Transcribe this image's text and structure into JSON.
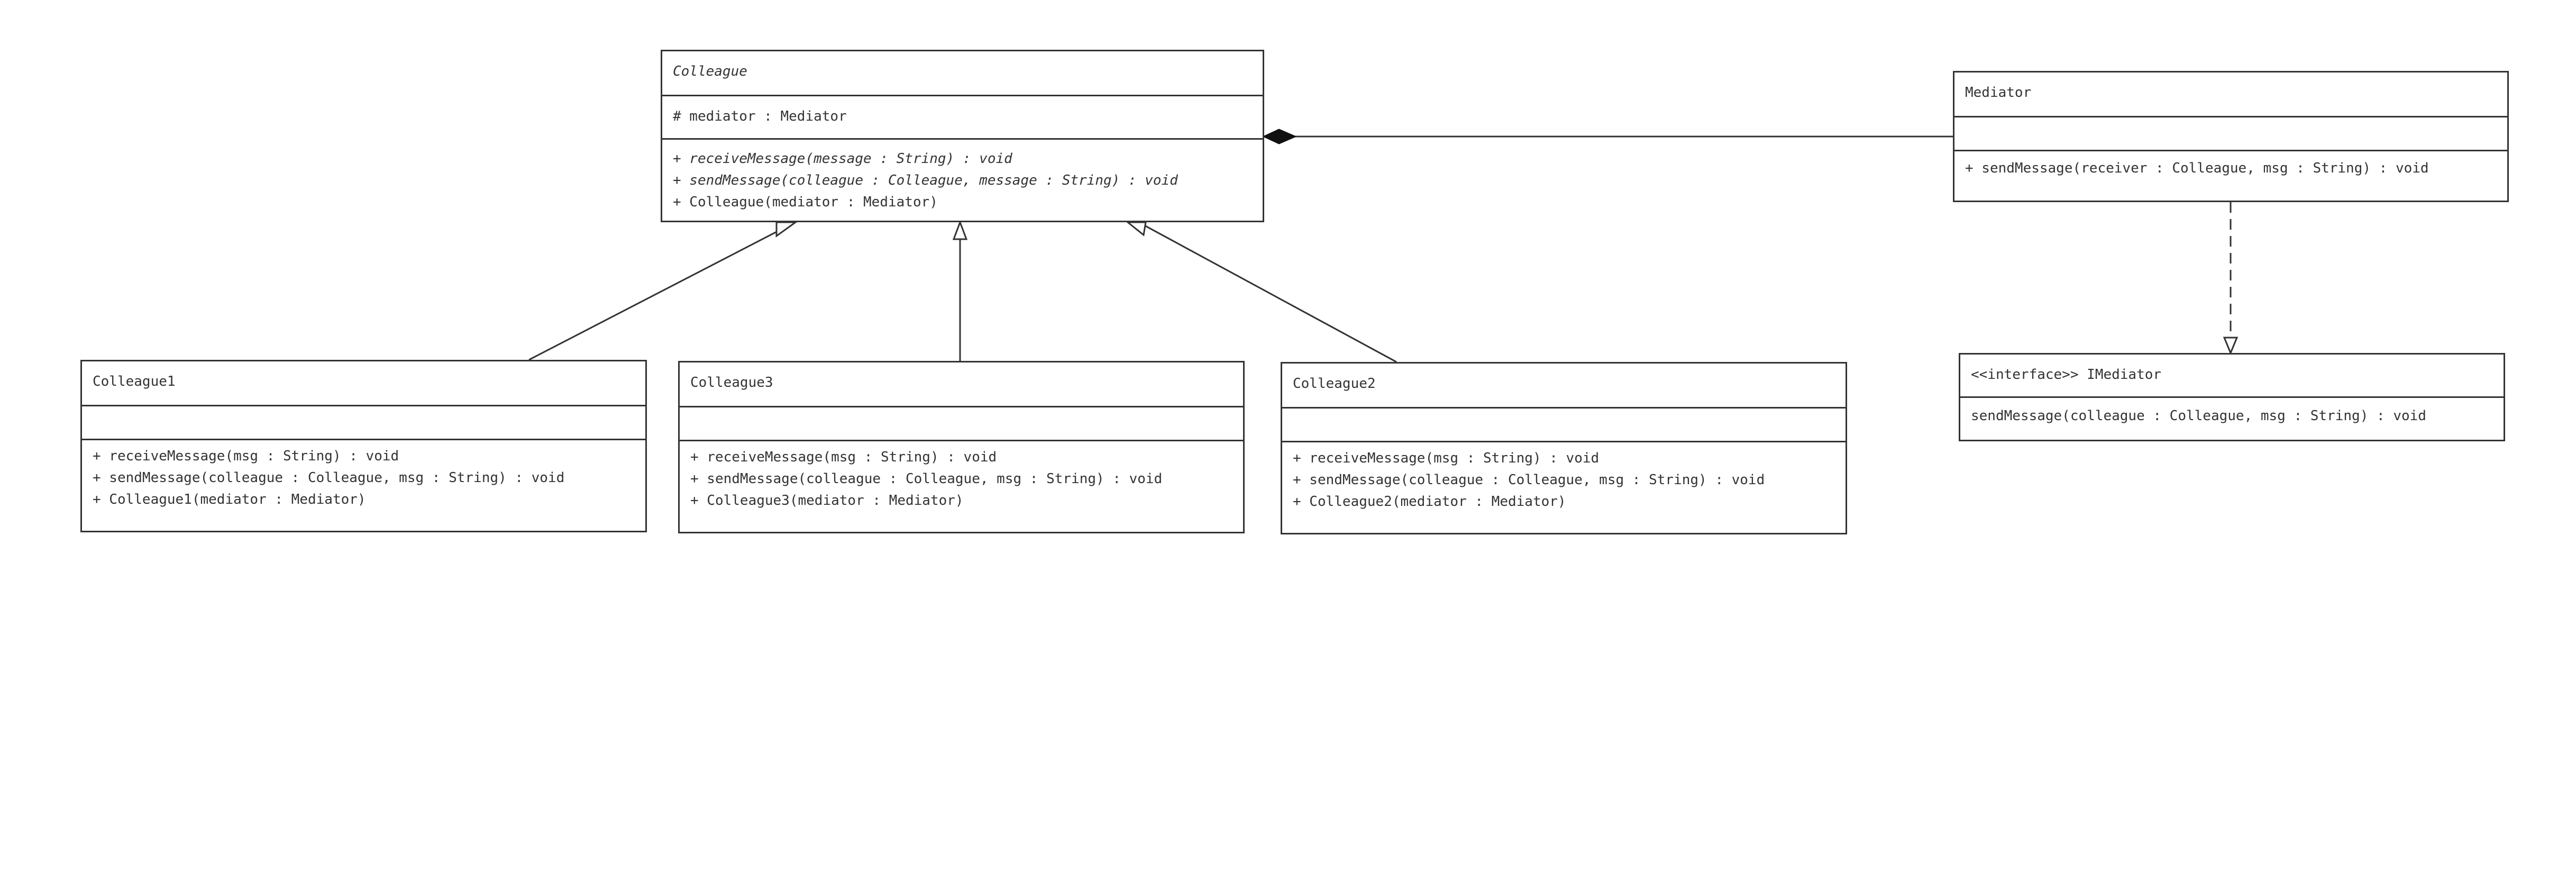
{
  "classes": {
    "colleague": {
      "name": "Colleague",
      "attributes": [
        "# mediator : Mediator"
      ],
      "operations": [
        "+ receiveMessage(message : String) : void",
        "+ sendMessage(colleague : Colleague, message : String) : void",
        "+ Colleague(mediator : Mediator)"
      ]
    },
    "mediator": {
      "name": "Mediator",
      "attributes": [],
      "operations": [
        "+ sendMessage(receiver : Colleague, msg : String) : void"
      ]
    },
    "colleague1": {
      "name": "Colleague1",
      "attributes": [],
      "operations": [
        "+ receiveMessage(msg : String) : void",
        "+ sendMessage(colleague : Colleague, msg : String) : void",
        "+ Colleague1(mediator : Mediator)"
      ]
    },
    "colleague3": {
      "name": "Colleague3",
      "attributes": [],
      "operations": [
        "+ receiveMessage(msg : String) : void",
        "+ sendMessage(colleague : Colleague, msg : String) : void",
        "+ Colleague3(mediator : Mediator)"
      ]
    },
    "colleague2": {
      "name": "Colleague2",
      "attributes": [],
      "operations": [
        "+ receiveMessage(msg : String) : void",
        "+ sendMessage(colleague : Colleague, msg : String) : void",
        "+ Colleague2(mediator : Mediator)"
      ]
    },
    "imediator": {
      "name": "<<interface>> IMediator",
      "operations": [
        "sendMessage(colleague : Colleague, msg : String) : void"
      ]
    }
  }
}
